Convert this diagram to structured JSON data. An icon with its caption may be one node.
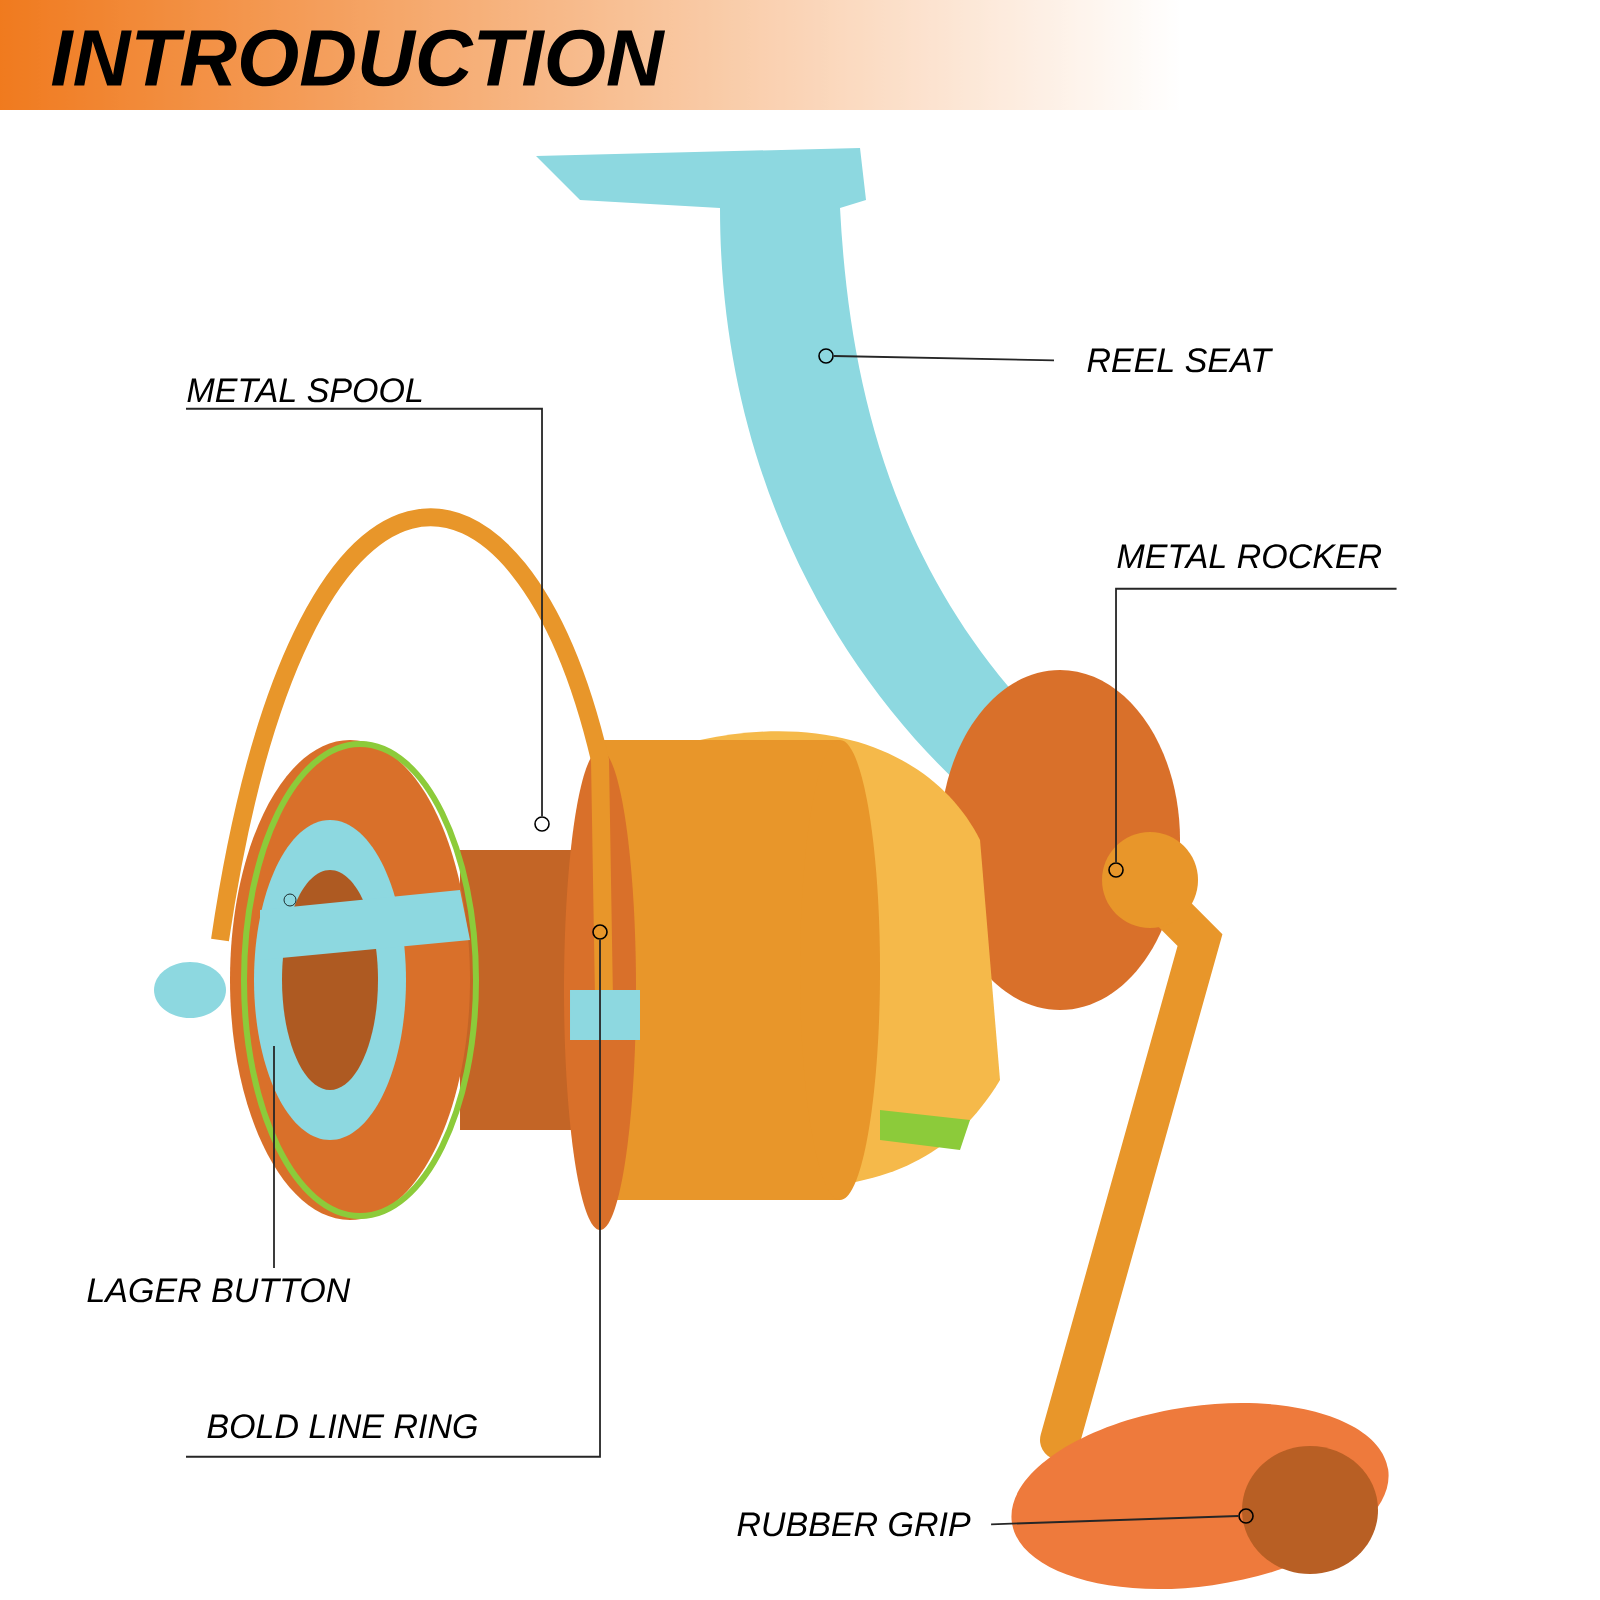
{
  "diagram": {
    "title": "INTRODUCTION",
    "nodes": [
      {
        "text": [
          "METAL SPOOL"
        ]
      },
      {
        "text": [
          "REEL SEAT"
        ]
      },
      {
        "text": [
          "METAL ROCKER"
        ]
      },
      {
        "text": [
          "LAGER BUTTON"
        ]
      },
      {
        "text": [
          "BOLD LINE RING"
        ]
      },
      {
        "text": [
          "RUBBER GRIP"
        ]
      },
      {
        "text": [],
        "shape": "circle"
      },
      {
        "text": [],
        "shape": "circle"
      },
      {
        "text": [],
        "shape": "circle"
      },
      {
        "text": [],
        "shape": "circle"
      },
      {
        "text": [],
        "shape": "circle"
      }
    ],
    "edges": [
      {
        "from": 0,
        "to": 6,
        "arrow": "none"
      },
      {
        "from": 1,
        "to": 8,
        "arrow": "none"
      },
      {
        "from": 2,
        "to": 9,
        "arrow": "none"
      },
      {
        "from": 3,
        "to": null,
        "arrow": "none"
      },
      {
        "from": 4,
        "to": 7,
        "arrow": "none"
      },
      {
        "from": 5,
        "to": 10,
        "arrow": "none"
      }
    ]
  }
}
